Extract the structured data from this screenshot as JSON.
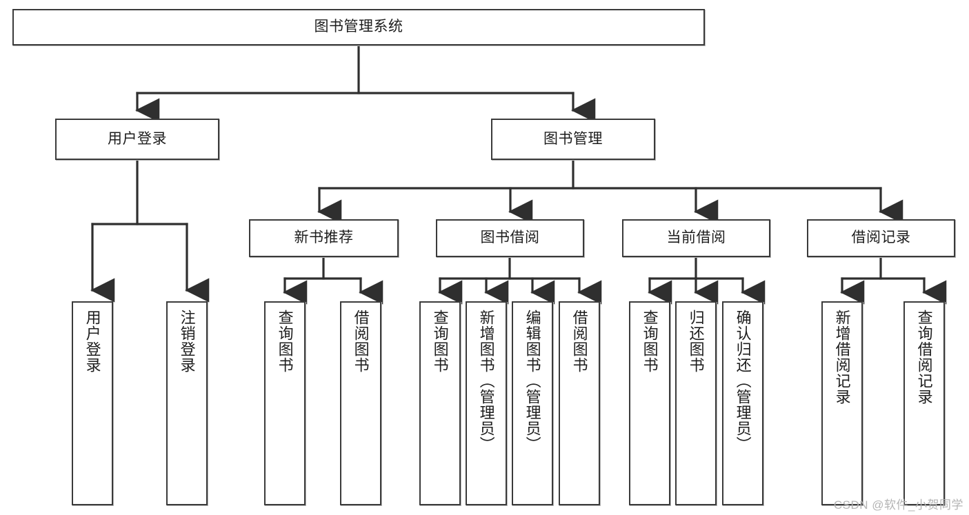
{
  "diagram": {
    "title": "图书管理系统",
    "type": "tree",
    "colors": {
      "box_border": "#3a3a3a",
      "box_fill": "#ffffff",
      "edge": "#2f2f2f",
      "text": "#1d1d1d",
      "watermark": "#b4b4b4"
    },
    "root": {
      "label": "图书管理系统"
    },
    "level2": [
      {
        "label": "用户登录"
      },
      {
        "label": "图书管理"
      }
    ],
    "level3": [
      {
        "label": "新书推荐"
      },
      {
        "label": "图书借阅"
      },
      {
        "label": "当前借阅"
      },
      {
        "label": "借阅记录"
      }
    ],
    "leaves": [
      {
        "label": "用户登录"
      },
      {
        "label": "注销登录"
      },
      {
        "label": "查询图书"
      },
      {
        "label": "借阅图书"
      },
      {
        "label": "查询图书"
      },
      {
        "label": "新增图书（管理员）"
      },
      {
        "label": "编辑图书（管理员）"
      },
      {
        "label": "借阅图书"
      },
      {
        "label": "查询图书"
      },
      {
        "label": "归还图书"
      },
      {
        "label": "确认归还（管理员）"
      },
      {
        "label": "新增借阅记录"
      },
      {
        "label": "查询借阅记录"
      }
    ]
  },
  "watermark": {
    "text": "CSDN @软件_小贺同学"
  }
}
